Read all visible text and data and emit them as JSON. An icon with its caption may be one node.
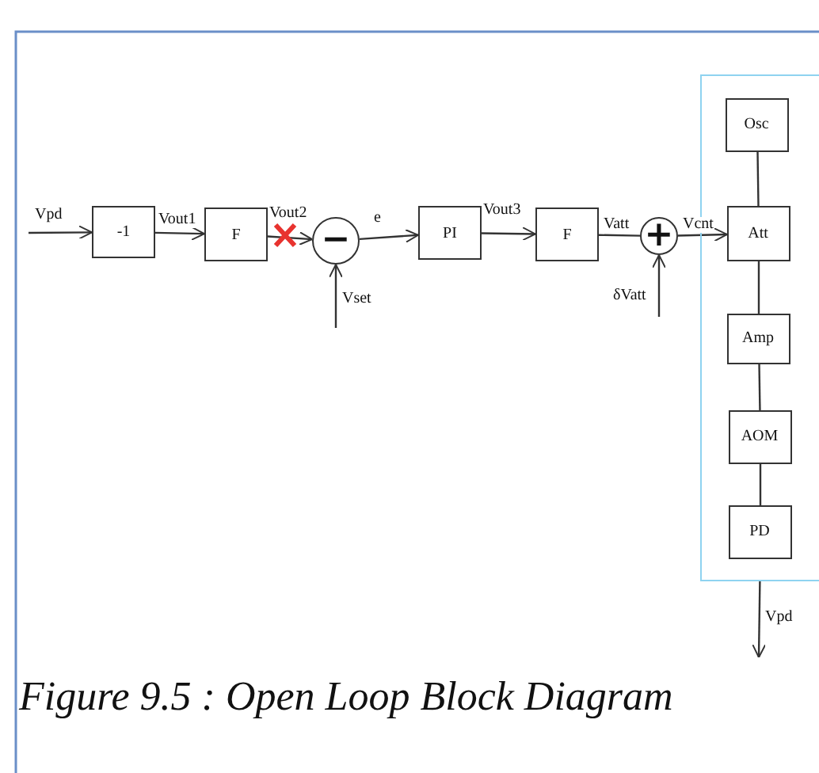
{
  "diagram": {
    "caption": "Figure 9.5 : Open Loop Block Diagram",
    "nodes": [
      {
        "text": [
          "-1"
        ]
      },
      {
        "text": [
          "F"
        ]
      },
      {
        "text": [
          "−"
        ]
      },
      {
        "text": [
          "PI"
        ]
      },
      {
        "text": [
          "F"
        ]
      },
      {
        "text": [
          "+"
        ]
      },
      {
        "text": [],
        "shape": "box"
      },
      {
        "text": [
          "Osc"
        ],
        "in": 6
      },
      {
        "text": [
          "Att"
        ],
        "in": 6
      },
      {
        "text": [
          "Amp"
        ],
        "in": 6
      },
      {
        "text": [
          "AOM"
        ],
        "in": 6
      },
      {
        "text": [
          "PD"
        ],
        "in": 6
      }
    ],
    "edges": [
      {
        "from": null,
        "to": 0,
        "arrow": "to",
        "label": "Vpd"
      },
      {
        "from": 0,
        "to": 1,
        "arrow": "to",
        "label": "Vout1"
      },
      {
        "from": 1,
        "to": 2,
        "arrow": "to",
        "label": "Vout2"
      },
      {
        "from": 2,
        "to": 3,
        "arrow": "to",
        "label": "e"
      },
      {
        "from": null,
        "to": 2,
        "arrow": "to",
        "label": "Vset"
      },
      {
        "from": 3,
        "to": 4,
        "arrow": "to",
        "label": "Vout3"
      },
      {
        "from": 4,
        "to": 5,
        "arrow": "none",
        "label": "Vatt"
      },
      {
        "from": null,
        "to": 5,
        "arrow": "to",
        "label": "δVatt"
      },
      {
        "from": 5,
        "to": 8,
        "arrow": "to",
        "label": "Vcnt"
      },
      {
        "from": 7,
        "to": 8,
        "arrow": "none"
      },
      {
        "from": 8,
        "to": 9,
        "arrow": "none"
      },
      {
        "from": 9,
        "to": 10,
        "arrow": "none"
      },
      {
        "from": 10,
        "to": 11,
        "arrow": "none"
      },
      {
        "from": 6,
        "to": null,
        "arrow": "to",
        "label": "Vpd"
      }
    ]
  }
}
